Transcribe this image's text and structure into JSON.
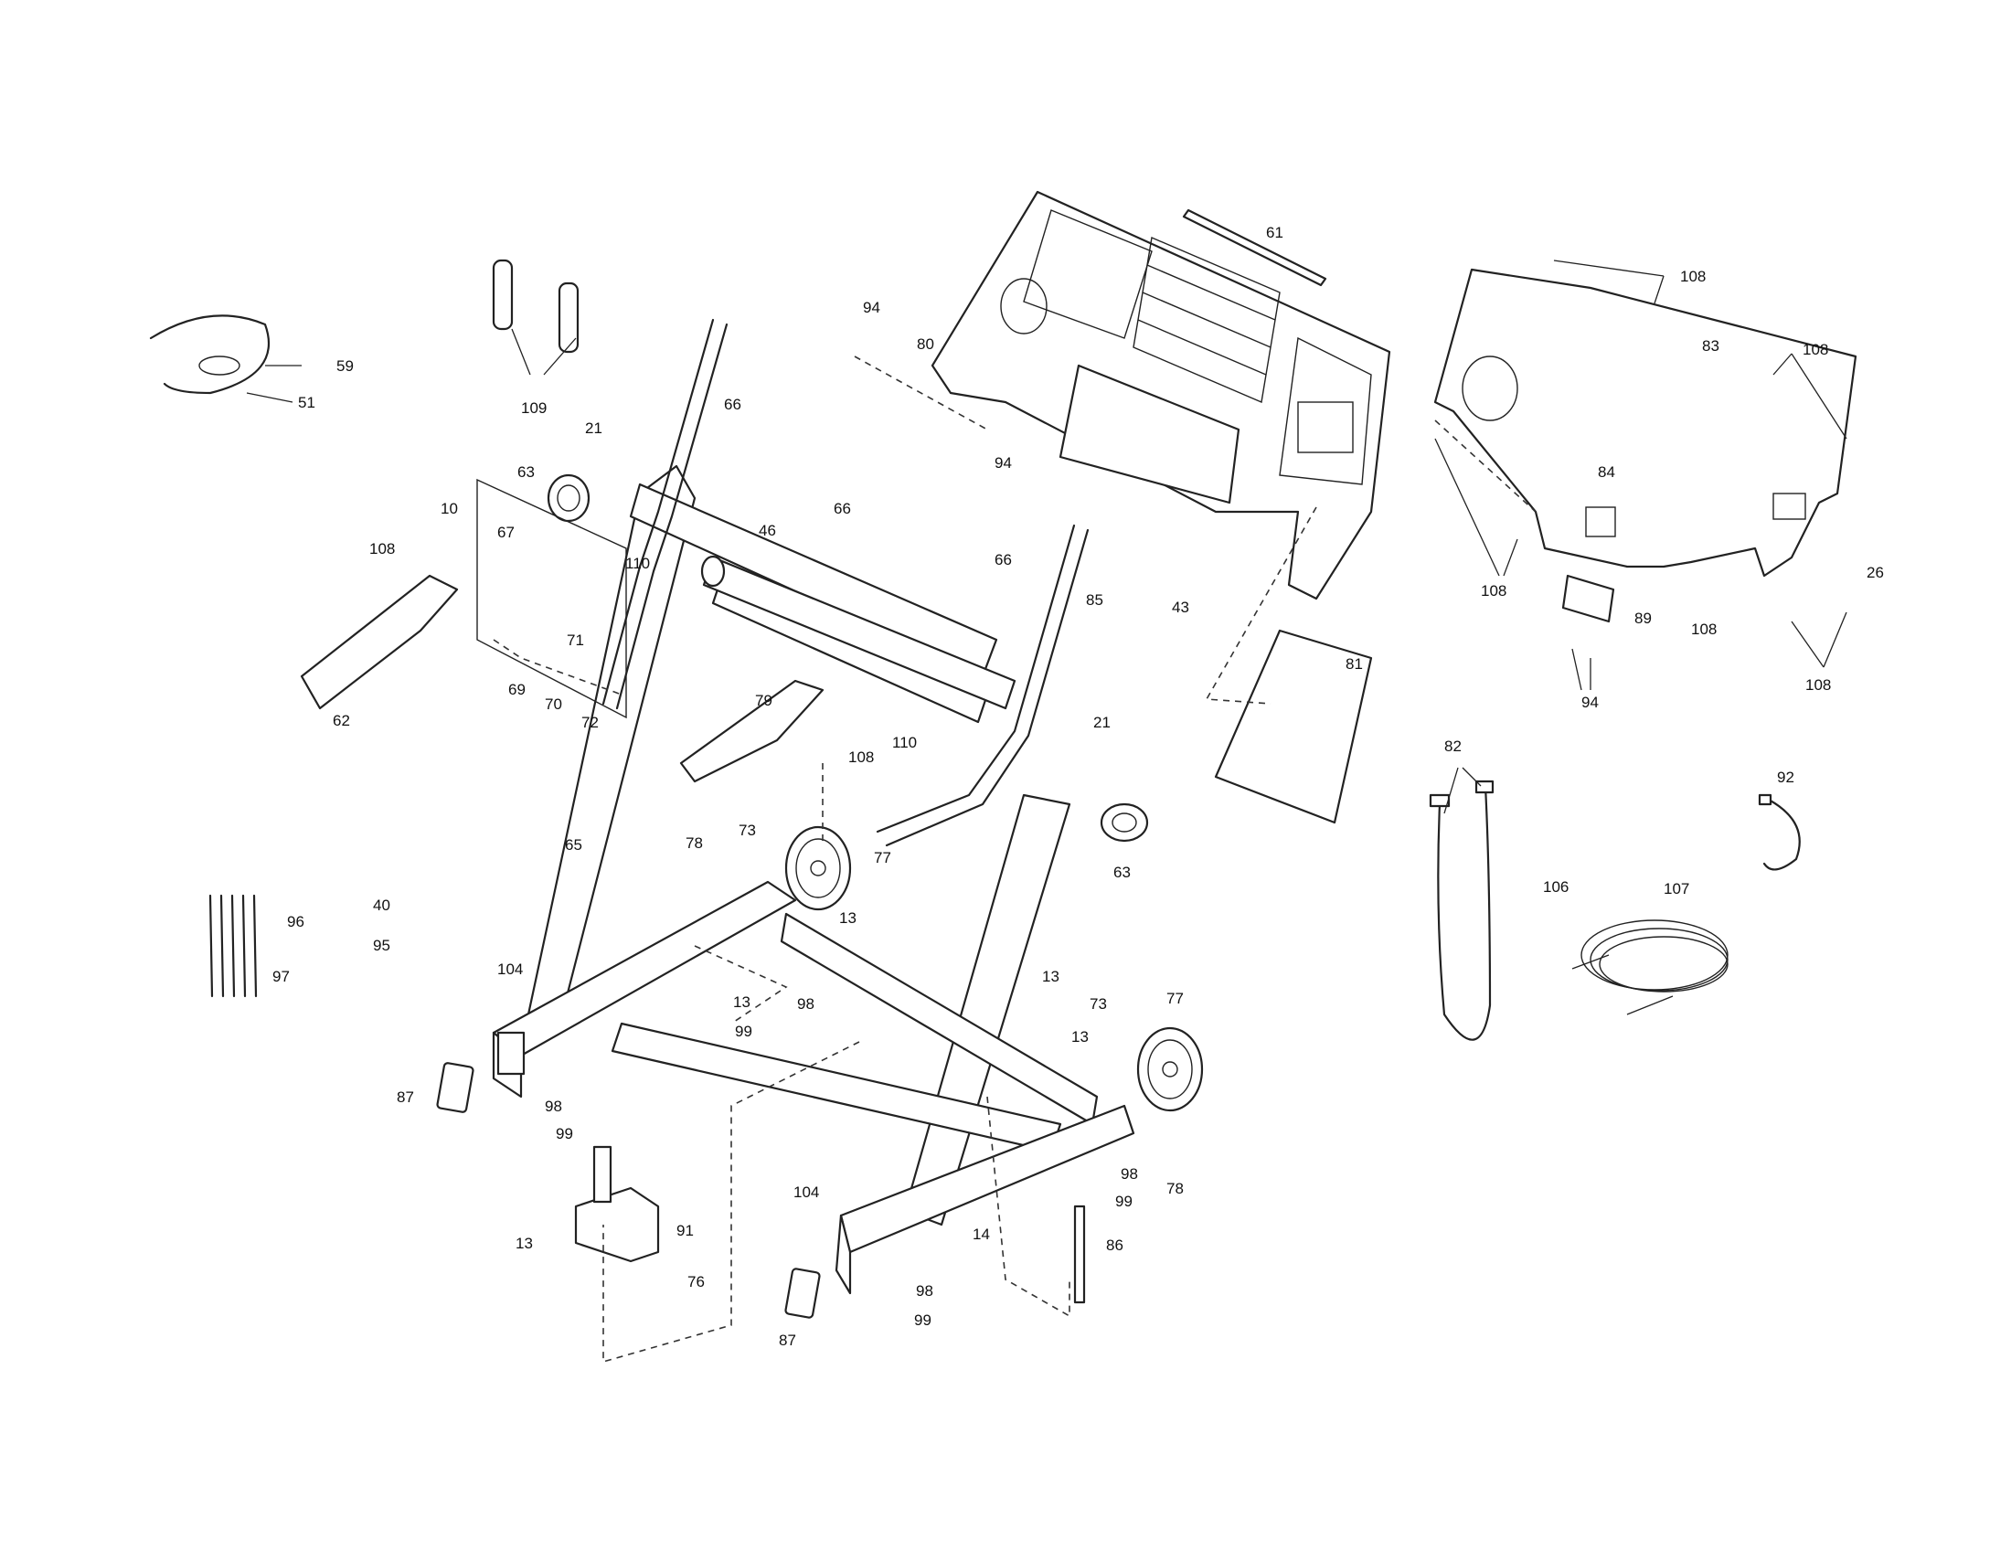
{
  "callouts": {
    "c108_a": "108",
    "c83": "83",
    "c108_b": "108",
    "c26": "26",
    "c84": "84",
    "c89": "89",
    "c108_c": "108",
    "c108_d": "108",
    "c108_e": "108",
    "c94_c": "94",
    "c61": "61",
    "c94_a": "94",
    "c80": "80",
    "c94_b": "94",
    "c59": "59",
    "c51": "51",
    "c109": "109",
    "c66_a": "66",
    "c66_b": "66",
    "c66_c": "66",
    "c46": "46",
    "c21_a": "21",
    "c63_a": "63",
    "c10": "10",
    "c67": "67",
    "c110_a": "110",
    "c108_f": "108",
    "c71": "71",
    "c69": "69",
    "c70": "70",
    "c72": "72",
    "c62": "62",
    "c85": "85",
    "c43": "43",
    "c81": "81",
    "c79": "79",
    "c108_g": "108",
    "c110_b": "110",
    "c21_b": "21",
    "c63_b": "63",
    "c65": "65",
    "c78_a": "78",
    "c73_a": "73",
    "c77_a": "77",
    "c13_a": "13",
    "c96": "96",
    "c40": "40",
    "c95": "95",
    "c97": "97",
    "c104_a": "104",
    "c13_b": "13",
    "c98_a": "98",
    "c99_a": "99",
    "c87_a": "87",
    "c98_b": "98",
    "c99_b": "99",
    "c13_c": "13",
    "c73_b": "73",
    "c13_d": "13",
    "c77_b": "77",
    "c82": "82",
    "c92": "92",
    "c106": "106",
    "c107": "107",
    "c91": "91",
    "c13_e": "13",
    "c76": "76",
    "c104_b": "104",
    "c14": "14",
    "c98_c": "98",
    "c99_c": "99",
    "c78_b": "78",
    "c86": "86",
    "c98_d": "98",
    "c99_d": "99",
    "c87_b": "87"
  }
}
